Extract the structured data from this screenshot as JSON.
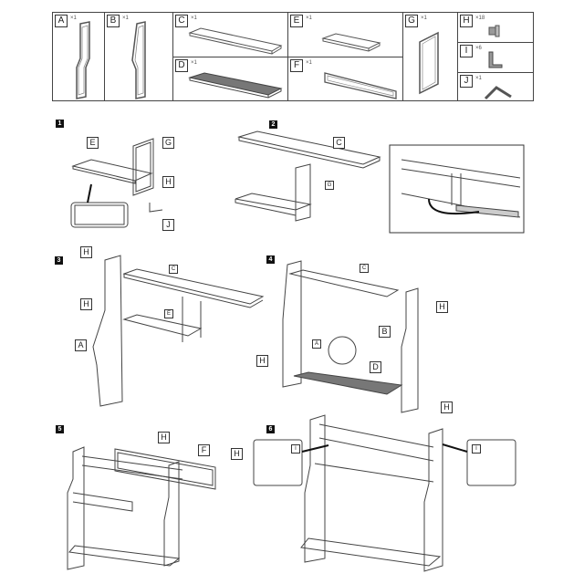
{
  "parts": [
    {
      "id": "A",
      "qty": "×1",
      "icon": "side-frame-left"
    },
    {
      "id": "B",
      "qty": "×1",
      "icon": "side-frame-right"
    },
    {
      "id": "C",
      "qty": "×1",
      "icon": "long-board"
    },
    {
      "id": "D",
      "qty": "×1",
      "icon": "mesh-shelf"
    },
    {
      "id": "E",
      "qty": "×1",
      "icon": "short-board"
    },
    {
      "id": "F",
      "qty": "×1",
      "icon": "rectangular-frame"
    },
    {
      "id": "G",
      "qty": "×1",
      "icon": "upright-frame"
    },
    {
      "id": "H",
      "qty": "×18",
      "icon": "screw"
    },
    {
      "id": "I",
      "qty": "×6",
      "icon": "l-bracket"
    },
    {
      "id": "J",
      "qty": "×1",
      "icon": "allen-key"
    }
  ],
  "steps": [
    {
      "number": "1",
      "labels": [
        "E",
        "G",
        "H",
        "J"
      ]
    },
    {
      "number": "2",
      "labels": [
        "C",
        "G"
      ]
    },
    {
      "number": "3",
      "labels": [
        "H",
        "H",
        "A",
        "C",
        "E"
      ]
    },
    {
      "number": "4",
      "labels": [
        "C",
        "H",
        "A",
        "D",
        "B",
        "H",
        "H"
      ]
    },
    {
      "number": "5",
      "labels": [
        "H",
        "F",
        "H"
      ]
    },
    {
      "number": "6",
      "labels": [
        "I",
        "I"
      ]
    }
  ]
}
